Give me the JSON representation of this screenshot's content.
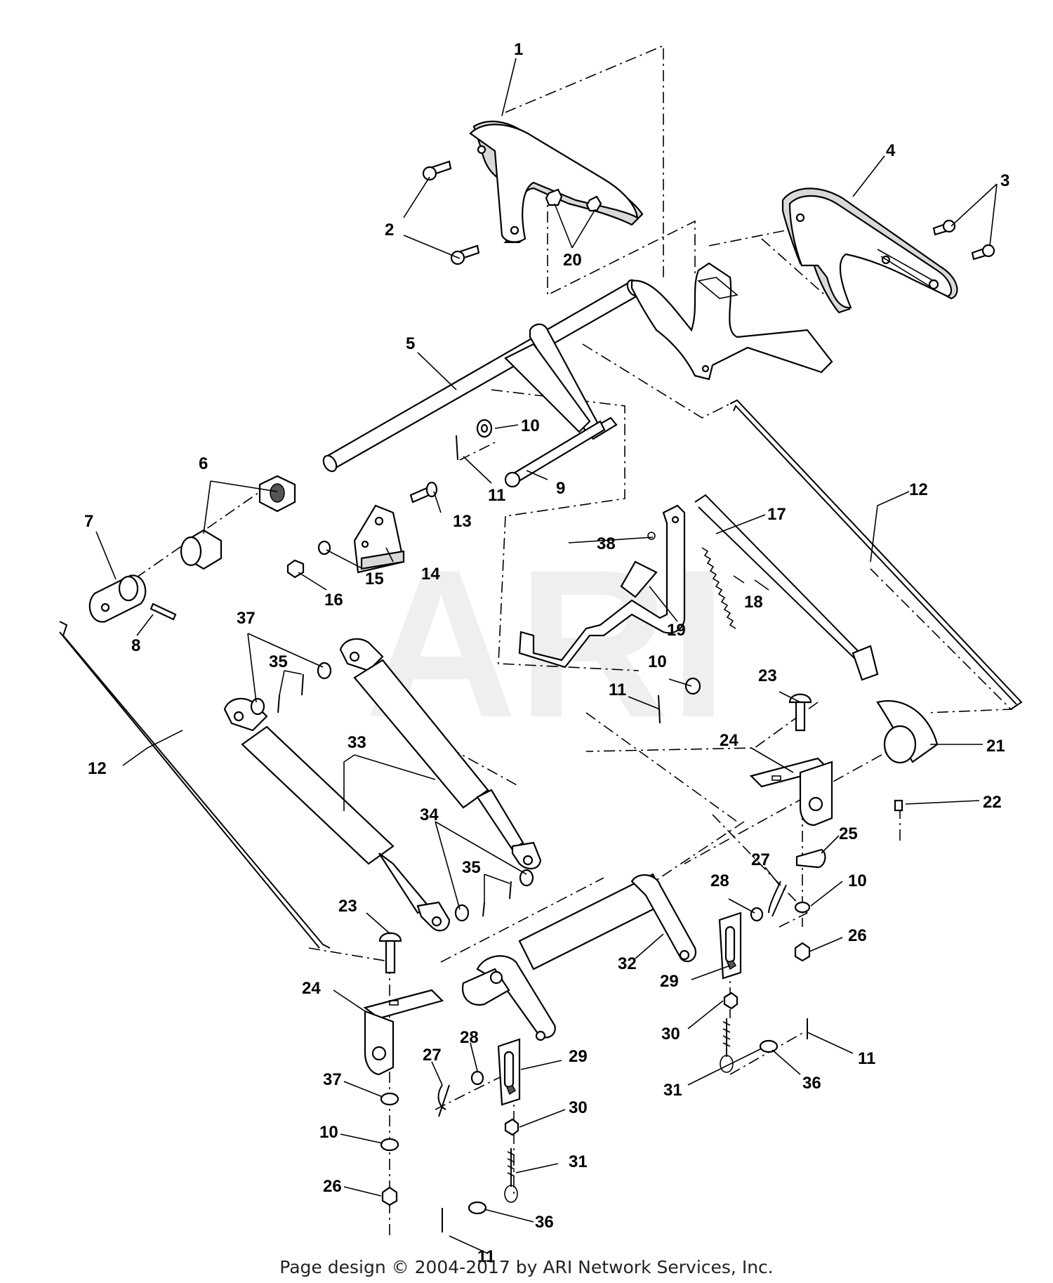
{
  "watermark": "ARI",
  "footer": "Page design © 2004-2017 by ARI Network Services, Inc.",
  "callouts": [
    {
      "id": "c1",
      "label": "1"
    },
    {
      "id": "c2",
      "label": "2"
    },
    {
      "id": "c3",
      "label": "3"
    },
    {
      "id": "c4",
      "label": "4"
    },
    {
      "id": "c5",
      "label": "5"
    },
    {
      "id": "c6",
      "label": "6"
    },
    {
      "id": "c7",
      "label": "7"
    },
    {
      "id": "c8",
      "label": "8"
    },
    {
      "id": "c9",
      "label": "9"
    },
    {
      "id": "c10a",
      "label": "10"
    },
    {
      "id": "c11a",
      "label": "11"
    },
    {
      "id": "c12a",
      "label": "12"
    },
    {
      "id": "c13",
      "label": "13"
    },
    {
      "id": "c14",
      "label": "14"
    },
    {
      "id": "c15",
      "label": "15"
    },
    {
      "id": "c16",
      "label": "16"
    },
    {
      "id": "c17",
      "label": "17"
    },
    {
      "id": "c18",
      "label": "18"
    },
    {
      "id": "c19",
      "label": "19"
    },
    {
      "id": "c20",
      "label": "20"
    },
    {
      "id": "c37a",
      "label": "37"
    },
    {
      "id": "c35a",
      "label": "35"
    },
    {
      "id": "c38",
      "label": "38"
    },
    {
      "id": "c10b",
      "label": "10"
    },
    {
      "id": "c11b",
      "label": "11"
    },
    {
      "id": "c23a",
      "label": "23"
    },
    {
      "id": "c12b",
      "label": "12"
    },
    {
      "id": "c33",
      "label": "33"
    },
    {
      "id": "c24a",
      "label": "24"
    },
    {
      "id": "c21",
      "label": "21"
    },
    {
      "id": "c22",
      "label": "22"
    },
    {
      "id": "c34",
      "label": "34"
    },
    {
      "id": "c35b",
      "label": "35"
    },
    {
      "id": "c25",
      "label": "25"
    },
    {
      "id": "c27a",
      "label": "27"
    },
    {
      "id": "c28a",
      "label": "28"
    },
    {
      "id": "c10c",
      "label": "10"
    },
    {
      "id": "c23b",
      "label": "23"
    },
    {
      "id": "c26a",
      "label": "26"
    },
    {
      "id": "c32",
      "label": "32"
    },
    {
      "id": "c29a",
      "label": "29"
    },
    {
      "id": "c24b",
      "label": "24"
    },
    {
      "id": "c30a",
      "label": "30"
    },
    {
      "id": "c11c",
      "label": "11"
    },
    {
      "id": "c36a",
      "label": "36"
    },
    {
      "id": "c31a",
      "label": "31"
    },
    {
      "id": "c27b",
      "label": "27"
    },
    {
      "id": "c28b",
      "label": "28"
    },
    {
      "id": "c29b",
      "label": "29"
    },
    {
      "id": "c37b",
      "label": "37"
    },
    {
      "id": "c30b",
      "label": "30"
    },
    {
      "id": "c10d",
      "label": "10"
    },
    {
      "id": "c31b",
      "label": "31"
    },
    {
      "id": "c26b",
      "label": "26"
    },
    {
      "id": "c36b",
      "label": "36"
    },
    {
      "id": "c11d",
      "label": "11"
    }
  ]
}
